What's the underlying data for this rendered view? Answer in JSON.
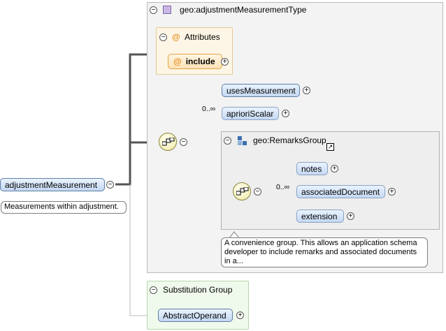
{
  "root": {
    "name": "adjustmentMeasurement",
    "doc": "Measurements within adjustment."
  },
  "type": {
    "name": "geo:adjustmentMeasurementType",
    "attributes_title": "Attributes",
    "attribute": "include",
    "elements": {
      "uses": "usesMeasurement",
      "apriori": "aprioriScalar",
      "apriori_card": "0..∞"
    }
  },
  "remarks": {
    "name": "geo:RemarksGroup",
    "card": "0..∞",
    "items": [
      "notes",
      "associatedDocument",
      "extension"
    ],
    "doc": "A convenience group. This allows an application schema developer to include remarks and associated documents in a..."
  },
  "substitution": {
    "title": "Substitution Group",
    "item": "AbstractOperand"
  },
  "glyphs": {
    "minus": "−",
    "plus": "+",
    "arrow": "↗"
  },
  "colors": {
    "element_fill": "#c4d8f2",
    "attr_fill": "#fde3b6",
    "type_icon": "#c9b6e6",
    "seq_fill": "#f1e9a6"
  }
}
